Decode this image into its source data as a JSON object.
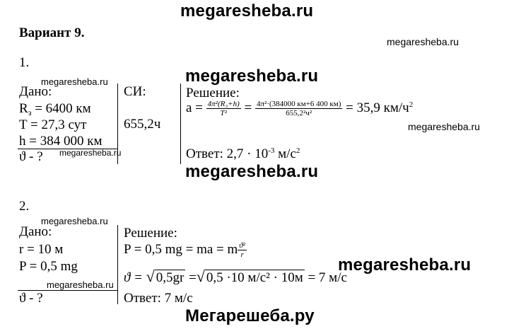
{
  "watermarks": {
    "top": "megaresheba.ru",
    "right_top": "megaresheba.ru",
    "p1_left": "megaresheba.ru",
    "p1_center": "megaresheba.ru",
    "p1_right": "megaresheba.ru",
    "p1_bottom_left": "megaresheba.ru",
    "p1_bottom_center": "megaresheba.ru",
    "p2_left": "megaresheba.ru",
    "p2_right": "megaresheba.ru",
    "p2_bottom_left": "megaresheba.ru",
    "footer": "Мегарешеба.ру"
  },
  "heading": "Вариант 9.",
  "problem1": {
    "number": "1.",
    "given_label": "Дано:",
    "given": {
      "r_sym": "R",
      "r_sub": "з",
      "r_val": " = 6400 км",
      "t": "T = 27,3 сут",
      "h": "h = 384 000 км"
    },
    "find": "ϑ - ?",
    "si_label": "СИ:",
    "si_value": "655,2ч",
    "solution_label": "Решение:",
    "formula": {
      "lhs": "a =",
      "frac1_num": "4π²(R₃+h)",
      "frac1_den": "T²",
      "eq": "=",
      "frac2_num": "4π²·(384000 км+6 400 км)",
      "frac2_den": "655,2²ч²",
      "result": "= 35,9 км/ч",
      "result_sup": "2"
    },
    "answer": {
      "text": "Ответ: 2,7 · 10",
      "exp": "-3",
      "unit": " м/с",
      "unit_exp": "2"
    }
  },
  "problem2": {
    "number": "2.",
    "given_label": "Дано:",
    "given": {
      "r": "r = 10 м",
      "p": "P = 0,5 mg"
    },
    "find": "ϑ - ?",
    "solution_label": "Решение:",
    "line1": "P = 0,5 mg = ma = m",
    "line1_frac_num": "ϑ²",
    "line1_frac_den": "r",
    "line2_lhs": "ϑ =",
    "line2_sqrt1": "0,5gr",
    "line2_eq": "=",
    "line2_sqrt2": "0,5 ·10 м/с² · 10м",
    "line2_result": "= 7 м/с",
    "answer": "Ответ: 7 м/с"
  }
}
